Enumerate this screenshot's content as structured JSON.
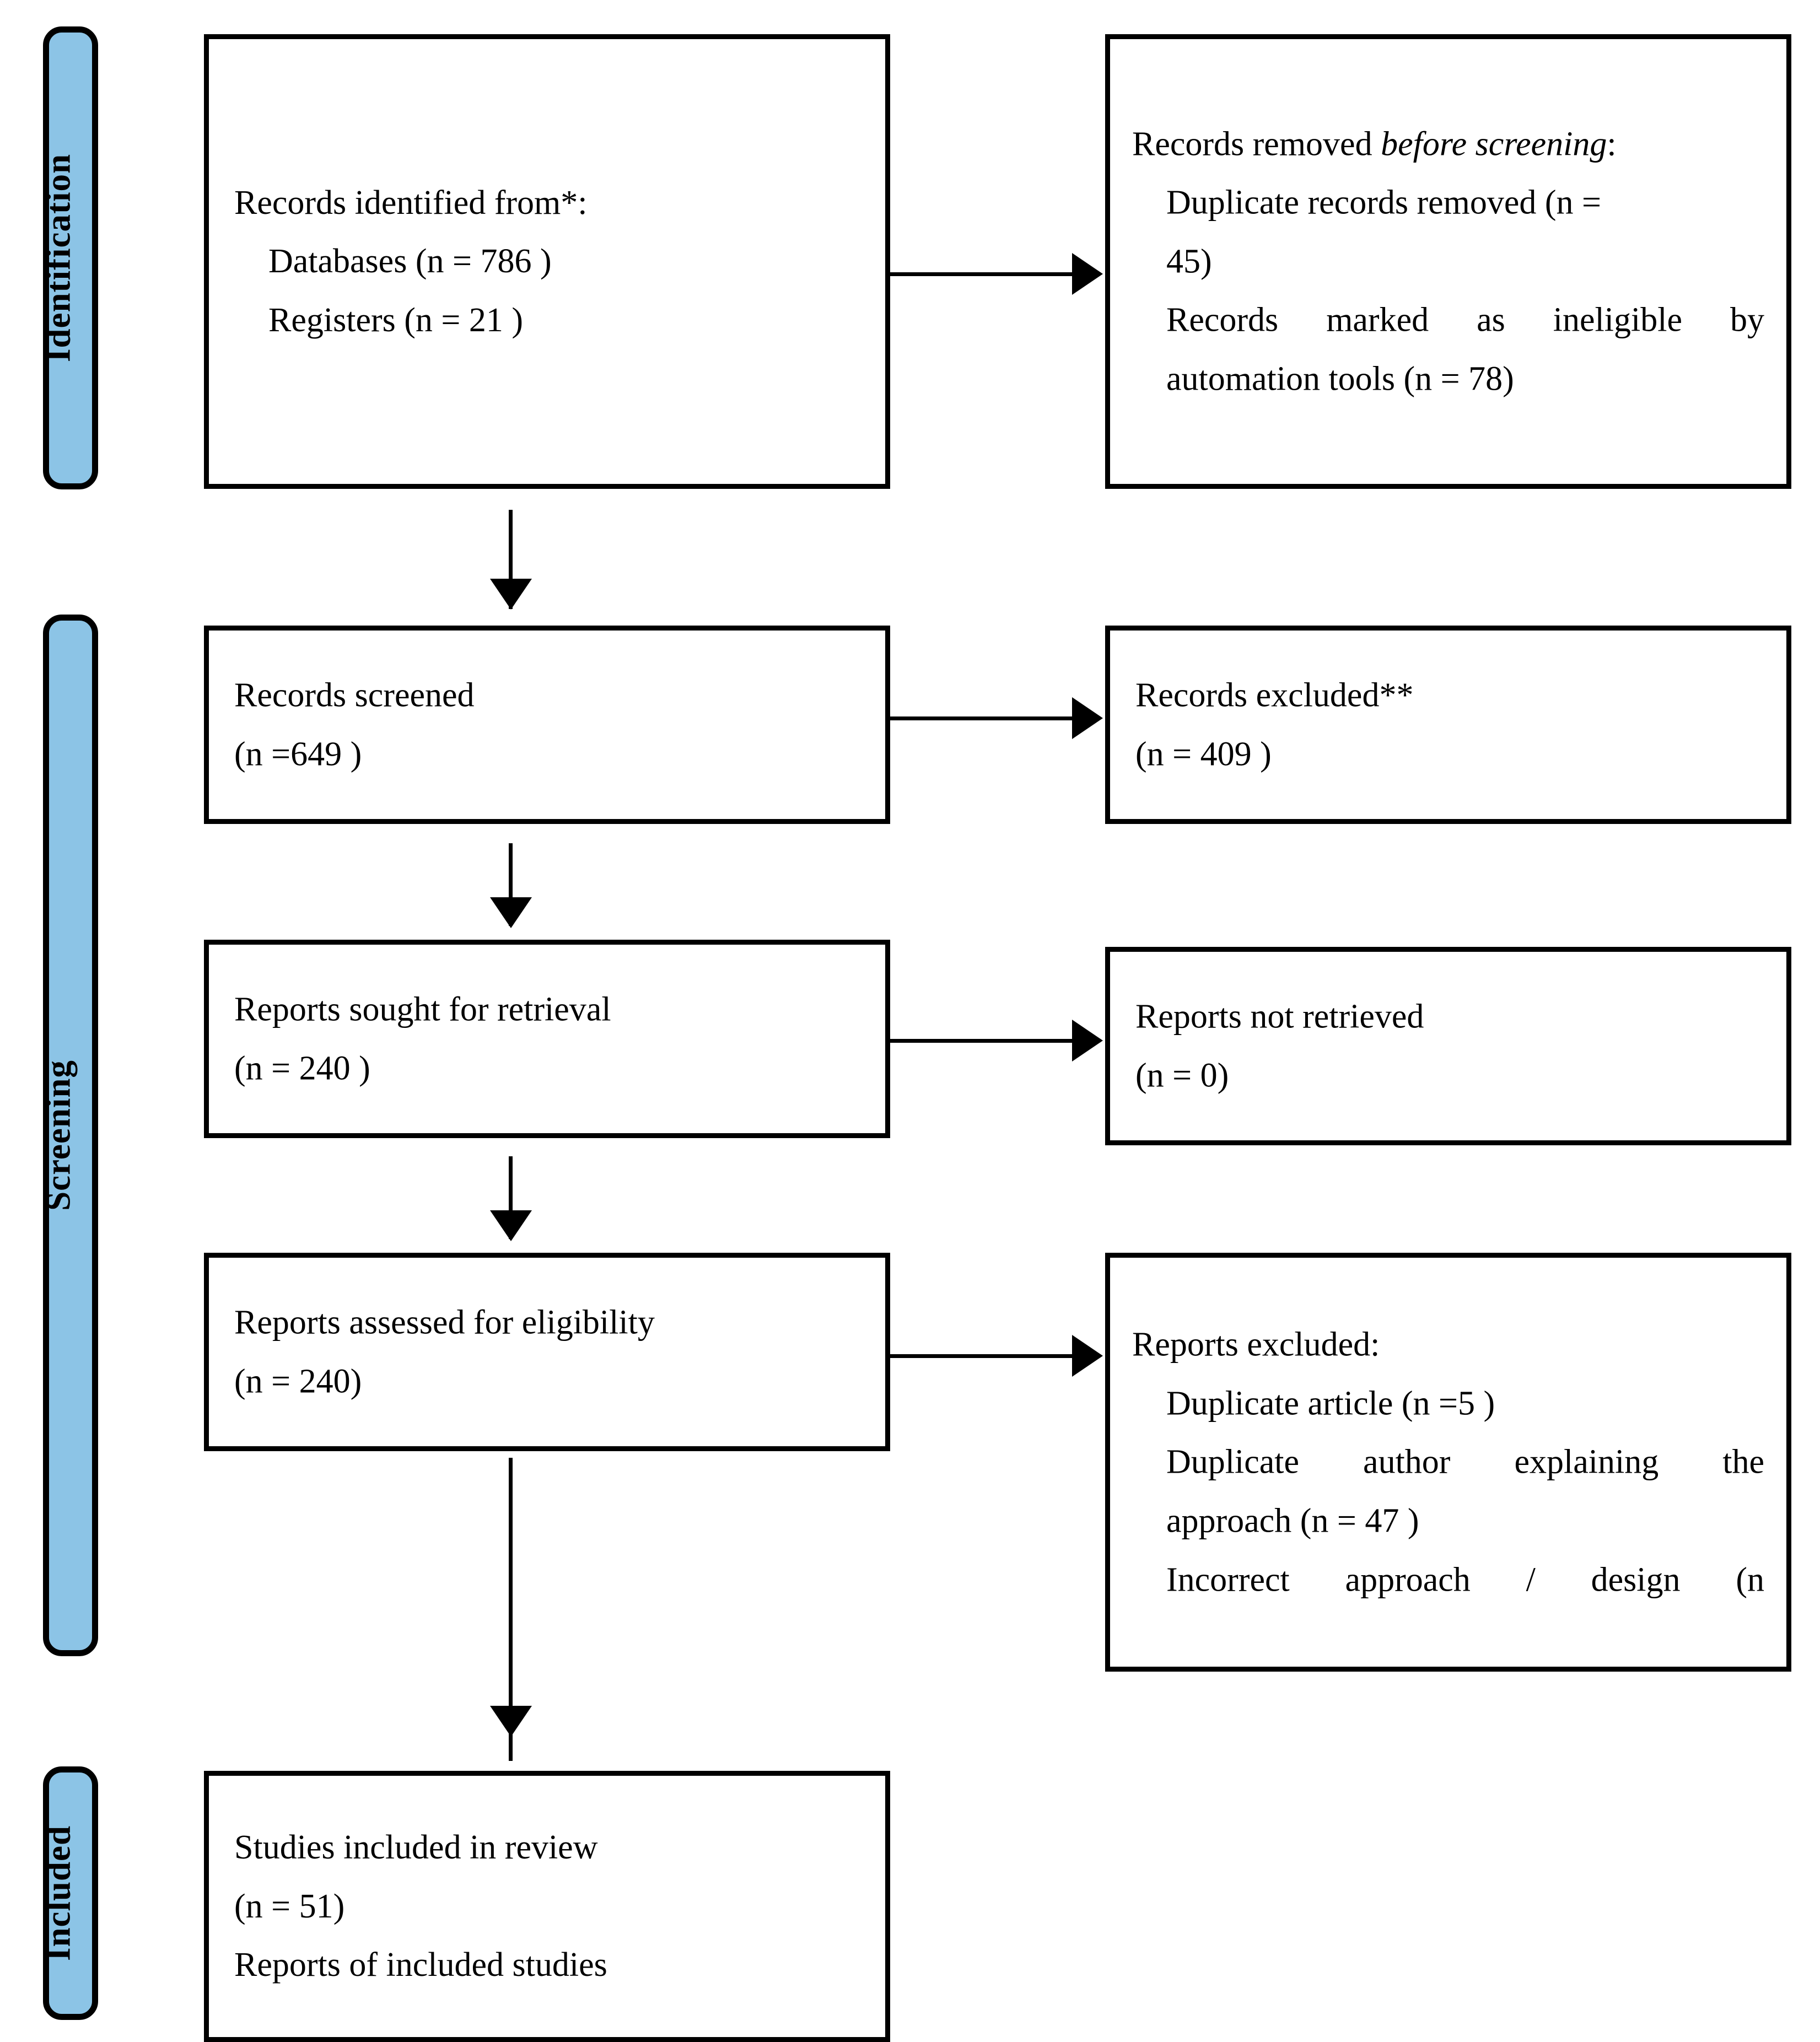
{
  "diagram": {
    "title": "PRISMA flow diagram",
    "accent_color": "#8CC4E6",
    "line_color": "#000000",
    "stages": [
      {
        "id": "identification",
        "label": "Identification"
      },
      {
        "id": "screening",
        "label": "Screening"
      },
      {
        "id": "included",
        "label": "Included"
      }
    ],
    "boxes": {
      "records_identified": {
        "line1": "Records identified from*:",
        "line2": "Databases (n = 786 )",
        "line3": "Registers (n = 21 )"
      },
      "records_removed": {
        "line1_a": "Records removed ",
        "line1_b": "before screening",
        "line1_c": ":",
        "line2": "Duplicate records removed   (n =",
        "line3": "45)",
        "line4": "Records marked as ineligible by",
        "line5": "automation tools (n = 78)"
      },
      "records_screened": {
        "line1": "Records screened",
        "line2": "(n =649 )"
      },
      "records_excluded": {
        "line1": "Records excluded**",
        "line2": "(n = 409 )"
      },
      "reports_sought": {
        "line1": "Reports sought for retrieval",
        "line2": "(n = 240 )"
      },
      "reports_not_retrieved": {
        "line1": "Reports not retrieved",
        "line2": "(n = 0)"
      },
      "reports_assessed": {
        "line1": "Reports assessed for eligibility",
        "line2": "(n = 240)"
      },
      "reports_excluded": {
        "line1": "Reports excluded:",
        "line2": "Duplicate article   (n =5 )",
        "line3": "Duplicate author explaining the",
        "line4": "approach   (n = 47 )",
        "line5": "Incorrect  approach  /  design  (n"
      },
      "studies_included": {
        "line1": "Studies included in review",
        "line2": "(n = 51)",
        "line3": "Reports of included studies"
      }
    }
  }
}
